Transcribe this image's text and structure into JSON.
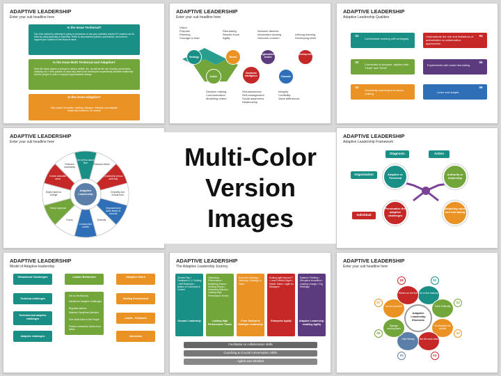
{
  "center": {
    "line1": "Multi-Color",
    "line2": "Version Images"
  },
  "slides": [
    {
      "title": "ADAPTIVE LEADERSHIP",
      "subtitle": "Enter your sub headline here",
      "q1": "Is the Issue Technical?",
      "a1": "Can it be solved by referring to policy or procedure or can your authority resolve it? Leaders can fix them by using authority or expertise. Refer to documented policies, procedures, and rules to support your solution to the issue at hand.",
      "q2": "Is the Issue Both Technical and Adaptive?",
      "a2": "Does the issue require a change in values, beliefs, etc. as well as the use of policy, procedures, authority, etc.? New policies or rules may need to be developed cooperatively between leadership and the people in order to support organizational change.",
      "q3": "Is the Issue Adaptive?",
      "a3": "May require innovation, learning, dialogue, reflection and adaptive leadership behaviors, as needed"
    },
    {
      "title": "ADAPTIVE LEADERSHIP",
      "subtitle": "Enter your sub headline here",
      "top": [
        "Strategy",
        "Result",
        "Organizational Justice",
        "Develop-ment"
      ],
      "bottom": [
        "Action",
        "Emotional Intelligence",
        "Character"
      ],
      "lists_top": [
        [
          "Vision",
          "Purpose",
          "Planning",
          "Courage to lead"
        ],
        [
          "Risk-taking",
          "Results focus",
          "Agility"
        ],
        [
          "Decision fairness",
          "Information sharing",
          "Outcome concern"
        ],
        [
          "Lifelong learning",
          "Developing other"
        ]
      ],
      "lists_bottom": [
        [
          "Decision making",
          "Communication",
          "Modelling others"
        ],
        [
          "Self-awareness",
          "Self-management",
          "Social awareness",
          "Relationship"
        ],
        [
          "Integrity",
          "Credibility",
          "Value differences"
        ]
      ]
    },
    {
      "title": "ADAPTIVE LEADERSHIP",
      "subtitle": "Adaptive Leadership Qualities",
      "items": [
        {
          "n": "01",
          "t": "Comfortable working with ambiguity."
        },
        {
          "n": "04",
          "t": "Understands the role and limitations of authoritative vs collaborative approaches."
        },
        {
          "n": "02",
          "t": "Connected to purpose- applies both \"head\" and \"heart\""
        },
        {
          "n": "05",
          "t": "Experiments with smart risk-taking."
        },
        {
          "n": "03",
          "t": "Constantly scanning and sense-making."
        },
        {
          "n": "06",
          "t": "Learn and adapts."
        }
      ]
    },
    {
      "title": "ADAPTIVE LEADERSHIP",
      "subtitle": "Enter your sub headline here",
      "hub": "Adaptive Leadership",
      "outer": [
        "Get off the dance floor",
        "Embrace failure",
        "Leadership versus authority",
        "Empathy and mutual trust",
        "Empowerment allow teams to execute",
        "Diversity",
        "Constructive conflict",
        "Focus",
        "Timely response",
        "Expect plans to change",
        "Create articulate vision",
        "Embrace uncertainty"
      ]
    },
    {
      "title": "ADAPTIVE LEADERSHIP",
      "subtitle": "Adaptive Leadership Framework",
      "labels": {
        "diagnosis": "Diagnosis",
        "action": "Action",
        "organization": "Organization",
        "individual": "Individual"
      },
      "cells": [
        "Adaptive or Technical",
        "Authority or leadership",
        "Personalize the adaptive challenges",
        "Competing values and risk-taking"
      ]
    },
    {
      "title": "ADAPTIVE LEADERSHIP",
      "subtitle": "Model of Adaptive leadership",
      "heads": [
        "Situational Challenges",
        "Leader Behaviors",
        "Adaptive Work"
      ],
      "col1": [
        "Technical challenges",
        "Technical and adaptive challenges",
        "Adaptive challenges"
      ],
      "col2": [
        "Get on the Balcony",
        "Identify the Adaptive Challenges",
        "Regulate distress",
        "Maintain Disciplined Attention",
        "Give Work Back to the People",
        "Protect Leadership Voices from below"
      ],
      "col3": [
        "Holding Environment",
        "Leader - Followers",
        "Interaction"
      ]
    },
    {
      "title": "ADAPTIVE LEADERSHIP",
      "subtitle": "The Adaptive Leadership Journey",
      "cols": [
        {
          "items": "Growth Plan • Feedback & 1:1 Setting • Self Reflection • Basics of Command & Control",
          "foot": "Servant Leadership"
        },
        {
          "items": "Optimizing Performance • Mobilizing Teams • Seeking Teams • Assessing Maturity • Leading High Performance Teams",
          "foot": "Leading High Performance Teams"
        },
        {
          "items": "Execution Strategy • Visioning • Strategy vs Tactic",
          "foot": "From Tactical to Strategic Leadership"
        },
        {
          "items": "Scaling agile beyond IT • Lean Portfolio Mgmt • Stable Teams • Agile for Managers",
          "foot": "Enterprise Agility"
        },
        {
          "items": "Systems Thinking • Disruptive innovation • Leading Change • Org Redesign",
          "foot": "Adaptive Leadership- enabling Agility"
        }
      ],
      "bands": [
        "Facilitation & collaboration skills",
        "Coaching & Crucial conversation Skills",
        "Agile/Lean Mindset"
      ]
    },
    {
      "title": "ADAPTIVE LEADERSHIP",
      "subtitle": "Enter your sub headline here",
      "hub": "Adaptive Leadership Elements",
      "petals": [
        {
          "n": "01",
          "t": "Get on the balcony"
        },
        {
          "n": "02",
          "t": "Think Politically"
        },
        {
          "n": "03",
          "t": "Orchestrate the conflict"
        },
        {
          "n": "04",
          "t": "Give the work back"
        },
        {
          "n": "05",
          "t": "Hold Steady"
        },
        {
          "n": "06",
          "t": "Manage vourimpulses"
        },
        {
          "n": "07",
          "t": "Anchor yourself"
        },
        {
          "n": "08",
          "t": "What's on the line"
        }
      ]
    }
  ]
}
